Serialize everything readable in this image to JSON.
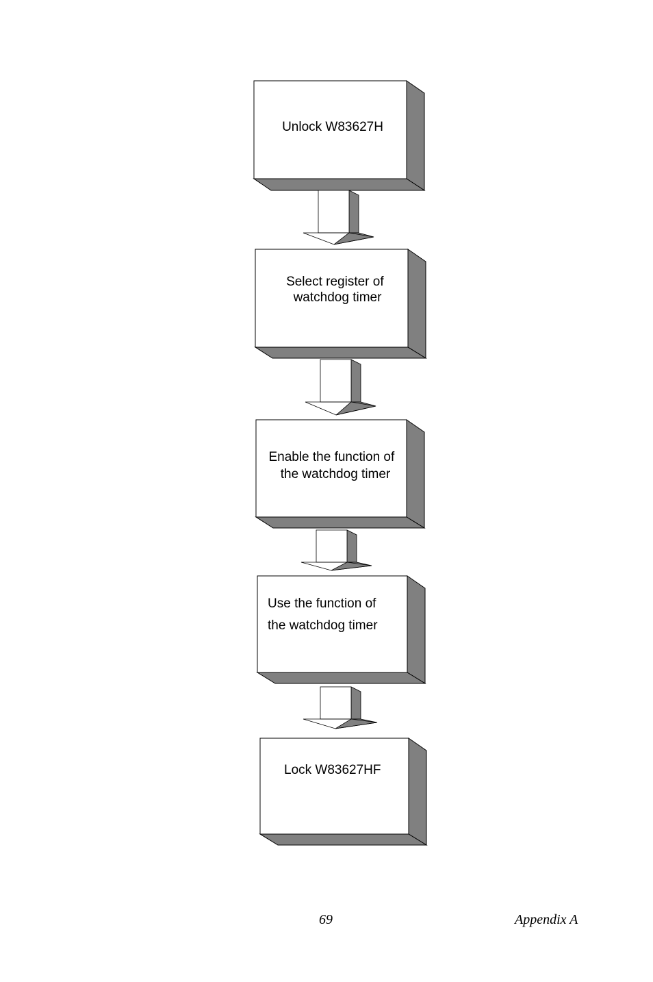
{
  "flowchart": {
    "steps": [
      {
        "lines": [
          "Unlock W83627H"
        ]
      },
      {
        "lines": [
          "Select register of",
          "watchdog timer"
        ]
      },
      {
        "lines": [
          "Enable the function of",
          "the watchdog timer"
        ]
      },
      {
        "lines": [
          "Use the function of",
          "the watchdog timer"
        ]
      },
      {
        "lines": [
          "Lock W83627HF"
        ]
      }
    ]
  },
  "footer": {
    "page_number": "69",
    "section": "Appendix A"
  },
  "colors": {
    "shadow": "#808080",
    "box_fill": "#ffffff",
    "outline": "#000000"
  }
}
